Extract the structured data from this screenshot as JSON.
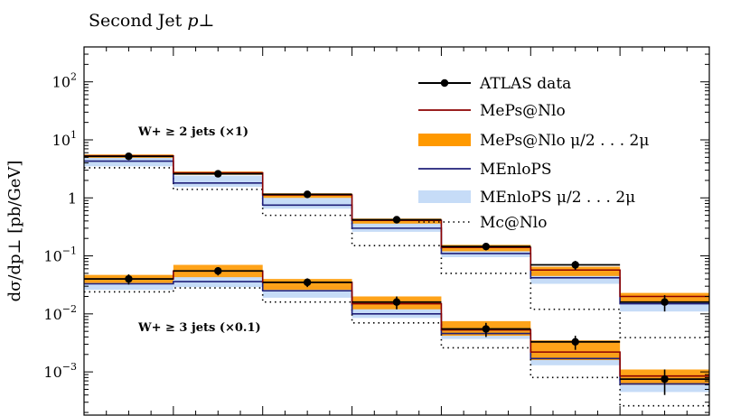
{
  "figure": {
    "title_text": "Second Jet ",
    "title_var": "p⊥"
  },
  "chart_data": {
    "type": "line",
    "title": "Second Jet p⊥",
    "xlabel": "",
    "ylabel": "dσ/dp⊥ [pb/GeV]",
    "yscale": "log",
    "ylim": [
      0.00018,
      400
    ],
    "x_edges": [
      0,
      1,
      2,
      3,
      4,
      5,
      6,
      7
    ],
    "xlim": [
      0,
      7
    ],
    "yticks": [
      {
        "value": 0.001,
        "base": "10",
        "exp": "−3",
        "text": ""
      },
      {
        "value": 0.01,
        "base": "10",
        "exp": "−2",
        "text": ""
      },
      {
        "value": 0.1,
        "base": "10",
        "exp": "−1",
        "text": ""
      },
      {
        "value": 1,
        "base": "",
        "exp": "",
        "text": "1"
      },
      {
        "value": 10,
        "base": "10",
        "exp": "1",
        "text": ""
      },
      {
        "value": 100,
        "base": "10",
        "exp": "2",
        "text": ""
      }
    ],
    "grid": false,
    "legend_position": "top-right",
    "groups": [
      {
        "label": "W+ ≥ 2 jets (×1)",
        "data": [
          5.2,
          2.6,
          1.15,
          0.42,
          0.145,
          0.07,
          0.016
        ],
        "data_err": [
          0.5,
          0.25,
          0.1,
          0.05,
          0.02,
          0.012,
          0.005
        ],
        "meps": [
          5.3,
          2.7,
          1.12,
          0.41,
          0.14,
          0.057,
          0.02
        ],
        "meps_band": [
          [
            4.9,
            5.6
          ],
          [
            2.5,
            2.85
          ],
          [
            1.0,
            1.2
          ],
          [
            0.36,
            0.44
          ],
          [
            0.12,
            0.155
          ],
          [
            0.045,
            0.065
          ],
          [
            0.016,
            0.023
          ]
        ],
        "menlops": [
          4.3,
          1.8,
          0.75,
          0.3,
          0.11,
          0.042,
          0.015
        ],
        "menlops_band": [
          [
            3.5,
            5.0
          ],
          [
            1.55,
            2.4
          ],
          [
            0.65,
            1.0
          ],
          [
            0.26,
            0.38
          ],
          [
            0.095,
            0.13
          ],
          [
            0.033,
            0.052
          ],
          [
            0.011,
            0.019
          ]
        ],
        "mcnlo": [
          3.3,
          1.4,
          0.5,
          0.15,
          0.05,
          0.012,
          0.0039
        ]
      },
      {
        "label": "W+ ≥ 3 jets (×0.1)",
        "data": [
          0.04,
          0.055,
          0.035,
          0.016,
          0.0055,
          0.0033,
          0.00075
        ],
        "data_err": [
          0.008,
          0.009,
          0.006,
          0.004,
          0.0015,
          0.0009,
          0.00035
        ],
        "meps": [
          0.04,
          0.055,
          0.035,
          0.015,
          0.0053,
          0.0022,
          0.00085
        ],
        "meps_band": [
          [
            0.034,
            0.047
          ],
          [
            0.043,
            0.07
          ],
          [
            0.026,
            0.04
          ],
          [
            0.012,
            0.02
          ],
          [
            0.0042,
            0.0075
          ],
          [
            0.0016,
            0.0035
          ],
          [
            0.0006,
            0.0011
          ]
        ],
        "menlops": [
          0.033,
          0.036,
          0.025,
          0.01,
          0.0046,
          0.0017,
          0.00062
        ],
        "menlops_band": [
          [
            0.026,
            0.038
          ],
          [
            0.029,
            0.044
          ],
          [
            0.019,
            0.03
          ],
          [
            0.0085,
            0.013
          ],
          [
            0.0037,
            0.0052
          ],
          [
            0.0013,
            0.0021
          ],
          [
            0.00045,
            0.0008
          ]
        ],
        "mcnlo": [
          0.024,
          0.028,
          0.016,
          0.007,
          0.0026,
          0.0008,
          0.00026
        ]
      }
    ],
    "series": [
      {
        "name": "ATLAS data",
        "style": "points",
        "color": "#000000"
      },
      {
        "name": "MePs@Nlo",
        "style": "line",
        "color": "#8b0000"
      },
      {
        "name": "MePs@Nlo μ/2 . . . 2μ",
        "style": "band",
        "color": "#ff9900"
      },
      {
        "name": "MEnloPS",
        "style": "line",
        "color": "#1f1f7a"
      },
      {
        "name": "MEnloPS μ/2 . . . 2μ",
        "style": "band",
        "color": "#c6dcf7"
      },
      {
        "name": "Mc@Nlo",
        "style": "dotted",
        "color": "#000000"
      }
    ]
  }
}
